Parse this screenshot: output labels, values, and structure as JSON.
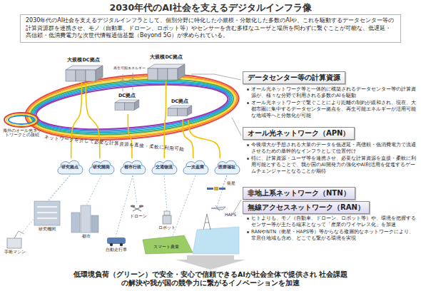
{
  "diagram": {
    "title": "2030年代のAI社会を支えるデジタルインフラ像",
    "caption": "低環境負荷（グリーン）で安全・安心で信頼できるAIが社会全体で提供され 社会課題の解決や我が国の競争力に繋がるイノベーションを加速",
    "nodes": [
      {
        "text": [
          "2030年代のAI社会を支えるデジタルインフラとして、個別分野に特化した小規模・分散化した多数のAIや、これを駆動するデータセンター等の計算資源群を連携させ、モノ（自動車、ドローン、ロボット等）やセンサーを含む多様なユーザと場所を問わずに繋ぐことが可能な、低遅延・高信頼・低消費電力な次世代情報通信基盤（Beyond 5G）が求められている。"
        ]
      },
      {
        "text": [
          "大規模DC拠点"
        ]
      },
      {
        "text": [
          "大規模DC拠点"
        ]
      },
      {
        "text": [
          "DC拠点"
        ]
      },
      {
        "text": [
          "DC拠点"
        ]
      },
      {
        "text": [
          "研究拠点"
        ]
      },
      {
        "text": [
          "研究開発"
        ]
      },
      {
        "text": [
          "都市行政"
        ]
      },
      {
        "text": [
          "交通物流"
        ]
      },
      {
        "text": [
          "一次産業"
        ]
      },
      {
        "text": [
          "医療福祉"
        ]
      },
      {
        "text": [
          "データセンター等の計算資源",
          "オール光ネットワーク等と一体的に構築されるデータセンター等の計算資源が、様々な分野で利用される多数のAIを駆動",
          "オール光ネットワークで繋ぐことにより距離の制約が緩和され、現在、大都市圏に集中するデータセンター拠点を、再生可能エネルギーが活用可能な地域等へと分散化が可能"
        ]
      },
      {
        "text": [
          "オール光ネットワーク（APN）",
          "今後増大が予想される大量のデータを低遅延・高信頼・低消費電力で流通させるための基幹的なインフラとして位置付け",
          "特に、計算資源・ユーザ等を連携させ、必要な計算資源を直接・柔軟に利用可能とすることで、我が国のAI開発力の強化やAI利活用を促進するゲームチェンジャーとなることが期待"
        ]
      },
      {
        "text": [
          "非地上系ネットワーク（NTN）",
          "無線アクセスネットワーク（RAN）",
          "ヒトよりも、モノ（自動車、ドローン、ロボット等）や、環境を把握するセンサー等が主たる端末となって「産業のワイヤレス化」を加速",
          "RANやNTN（衛星・HAPS等）等からなる複層的なネットワークにより、非居住地域も含め、どこでも繋がる環境を実現"
        ]
      }
    ],
    "edges": [
      {
        "from": 1,
        "to": 5,
        "arrow": "none"
      },
      {
        "from": 1,
        "to": 6,
        "arrow": "none"
      },
      {
        "from": 3,
        "to": 7,
        "arrow": "none"
      },
      {
        "from": 2,
        "to": 8,
        "arrow": "none"
      },
      {
        "from": 4,
        "to": 9,
        "arrow": "none"
      },
      {
        "from": 4,
        "to": 10,
        "arrow": "none"
      }
    ],
    "labels": [
      "再生可能エネルギー",
      "海外のオール光ネットワークとの接続",
      "ネットワークを介して必要な計算資源を直接・柔軟に利用可能",
      "研究機関",
      "手術マシン",
      "都市",
      "自動走行車",
      "ドローン",
      "ロボット",
      "スマート農業",
      "衛星",
      "HAPS"
    ]
  }
}
